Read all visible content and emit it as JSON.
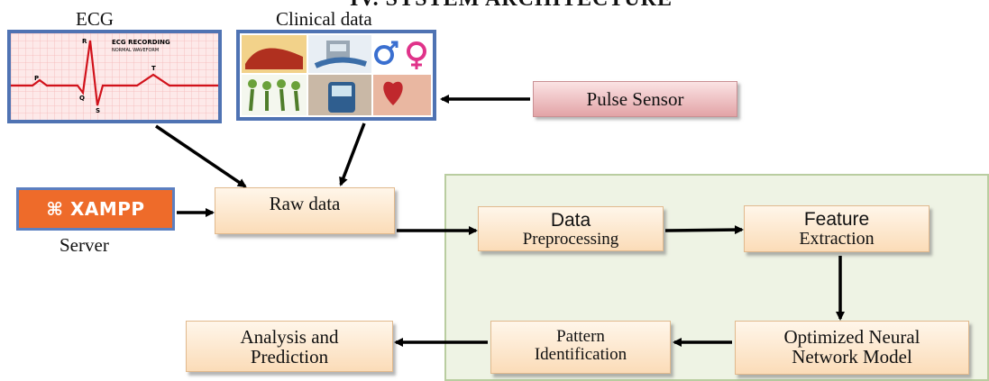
{
  "header": {
    "title_partial": "IV. SYSTEM ARCHITECTURE"
  },
  "inputs": {
    "ecg_label": "ECG",
    "ecg_image": {
      "title_line1": "ECG RECORDING",
      "title_line2": "NORMAL WAVEFORM",
      "peaks": [
        "P",
        "Q",
        "R",
        "S",
        "T"
      ]
    },
    "clinical_label": "Clinical data",
    "pulse_sensor": "Pulse Sensor",
    "xampp_logo": "XAMPP",
    "server_label": "Server"
  },
  "nodes": {
    "raw_data": "Raw data",
    "preprocessing": {
      "line1": "Data",
      "line2": "Preprocessing"
    },
    "feature": {
      "line1": "Feature",
      "line2": "Extraction"
    },
    "neural": {
      "line1": "Optimized Neural",
      "line2": "Network Model"
    },
    "pattern": {
      "line1": "Pattern",
      "line2": "Identification"
    },
    "analysis": {
      "line1": "Analysis and",
      "line2": "Prediction"
    }
  },
  "colors": {
    "box_fill": "#fbdcb8",
    "panel_fill": "#eef3e4",
    "frame": "#4f73b3",
    "xampp": "#ee6b2a",
    "pulse": "#e2a3a6"
  }
}
